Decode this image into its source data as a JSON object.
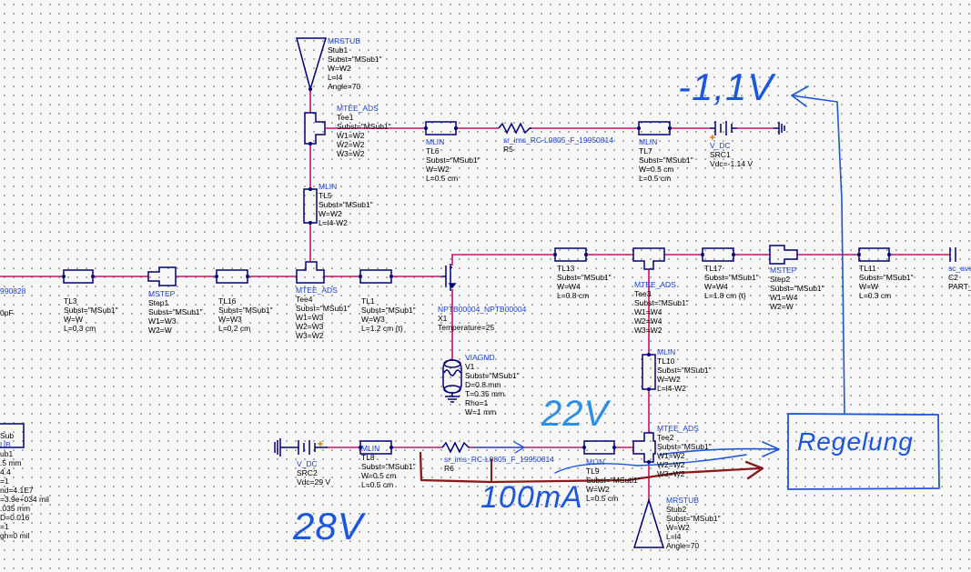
{
  "components": [
    {
      "id": "mrstub1",
      "lines": [
        "MRSTUB",
        "Stub1",
        "Subst=\"MSub1\"",
        "W=W2",
        "L=l4",
        "Angle=70"
      ]
    },
    {
      "id": "tee1",
      "lines": [
        "MTEE_ADS",
        "Tee1",
        "Subst=\"MSub1\"",
        "W1=W2",
        "W2=W2",
        "W3=W2"
      ]
    },
    {
      "id": "tl6",
      "lines": [
        "MLIN",
        "TL6",
        "Subst=\"MSub1\"",
        "W=W2",
        "L=0.5 cm"
      ]
    },
    {
      "id": "r5",
      "lines": [
        "sr_ims_RC-L0805_F_19950814",
        "R5"
      ]
    },
    {
      "id": "tl7",
      "lines": [
        "MLIN",
        "TL7",
        "Subst=\"MSub1\"",
        "W=0.5 cm",
        "L=0.5 cm"
      ]
    },
    {
      "id": "src1",
      "lines": [
        "V_DC",
        "SRC1",
        "Vdc=-1.14 V"
      ]
    },
    {
      "id": "tl5",
      "lines": [
        "MLIN",
        "TL5",
        "Subst=\"MSub1\"",
        "W=W2",
        "L=l4-W2"
      ]
    },
    {
      "id": "c_left",
      "lines": [
        "990828",
        "0pF"
      ]
    },
    {
      "id": "tl3",
      "lines": [
        "TL3",
        "Subst=\"MSub1\"",
        "W=W",
        "L=0.3 cm"
      ]
    },
    {
      "id": "step1",
      "lines": [
        "MSTEP",
        "Step1",
        "Subst=\"MSub1\"",
        "W1=W3",
        "W2=W"
      ]
    },
    {
      "id": "tl16",
      "lines": [
        "TL16",
        "Subst=\"MSub1\"",
        "W=W3",
        "L=0.2 cm"
      ]
    },
    {
      "id": "tee4",
      "lines": [
        "MTEE_ADS",
        "Tee4",
        "Subst=\"MSub1\"",
        "W1=W3",
        "W2=W3",
        "W3=W2"
      ]
    },
    {
      "id": "tl1",
      "lines": [
        "TL1",
        "Subst=\"MSub1\"",
        "W=W3",
        "L=1.2 cm {t}"
      ]
    },
    {
      "id": "x1",
      "lines": [
        "NPTB00004_NPTB00004",
        "X1",
        "Temperature=25"
      ]
    },
    {
      "id": "tl13",
      "lines": [
        "TL13",
        "Subst=\"MSub1\"",
        "W=W4",
        "L=0.8 cm"
      ]
    },
    {
      "id": "tee3",
      "lines": [
        "MTEE_ADS",
        "Tee3",
        "Subst=\"MSub1\"",
        "W1=W4",
        "W2=W4",
        "W3=W2"
      ]
    },
    {
      "id": "tl17",
      "lines": [
        "TL17",
        "Subst=\"MSub1\"",
        "W=W4",
        "L=1.8 cm {t}"
      ]
    },
    {
      "id": "step2",
      "lines": [
        "MSTEP",
        "Step2",
        "Subst=\"MSub1\"",
        "W1=W4",
        "W2=W"
      ]
    },
    {
      "id": "tl11",
      "lines": [
        "TL11",
        "Subst=\"MSub1\"",
        "W=W",
        "L=0.3 cm"
      ]
    },
    {
      "id": "c2",
      "lines": [
        "sc_ave",
        "C2",
        "PART_"
      ]
    },
    {
      "id": "v1",
      "lines": [
        "VIAGND",
        "V1",
        "Subst=\"MSub1\"",
        "D=0.8 mm",
        "T=0.35 mm",
        "Rho=1",
        "W=1 mm"
      ]
    },
    {
      "id": "tl10",
      "lines": [
        "MLIN",
        "TL10",
        "Subst=\"MSub1\"",
        "W=W2",
        "L=l4-W2"
      ]
    },
    {
      "id": "tee2",
      "lines": [
        "MTEE_ADS",
        "Tee2",
        "Subst=\"MSub1\"",
        "W1=W2",
        "W2=W2",
        "W3=W2"
      ]
    },
    {
      "id": "src2",
      "lines": [
        "V_DC",
        "SRC2",
        "Vdc=29 V"
      ]
    },
    {
      "id": "tl8",
      "lines": [
        "MLIN",
        "TL8",
        "Subst=\"MSub1\"",
        "W=0.5 cm",
        "L=0.5 cm"
      ]
    },
    {
      "id": "r6",
      "lines": [
        "sr_ims_RC-L0805_F_19950814",
        "R6"
      ]
    },
    {
      "id": "tl9",
      "lines": [
        "MLIN",
        "TL9",
        "Subst=\"MSub1\"",
        "W=W2",
        "L=0.5 cm"
      ]
    },
    {
      "id": "stub2",
      "lines": [
        "MRSTUB",
        "Stub2",
        "Subst=\"MSub1\"",
        "W=W2",
        "L=l4",
        "Angle=70"
      ]
    },
    {
      "id": "msub",
      "lines": [
        "Sub",
        "",
        "UB",
        "ub1",
        ".5 mm",
        "4.4",
        "=1",
        "nd=4.1E7",
        "=3.9e+034 mil",
        ".035 mm",
        "D=0.016",
        "=1",
        "gh=0 mil"
      ]
    }
  ],
  "annotations": {
    "v_gate": "-1,1V",
    "v_drain": "22V",
    "v_supply": "28V",
    "current": "100mA",
    "regelung": "Regelung"
  },
  "colors": {
    "wire": "#c8106a",
    "component": "#00007a",
    "text": "#1a3fd6",
    "ink": "#1a56e0",
    "dark_red": "#8a1a1a",
    "port": "#e07000"
  }
}
